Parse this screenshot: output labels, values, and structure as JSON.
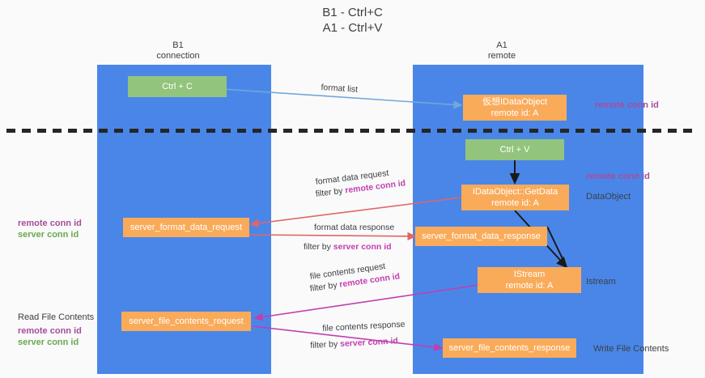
{
  "diagram": {
    "title": "B1 - Ctrl+C\nA1 - Ctrl+V",
    "colors": {
      "lane": "#4a86e8",
      "green_node": "#93c47d",
      "orange_node": "#f9ab5a",
      "purple_text": "#a64d9e",
      "green_text": "#6aa84f",
      "red_arrow": "#e06666",
      "magenta_arrow": "#c13fb0",
      "blue_arrow": "#6fa8dc",
      "black_arrow": "#000000",
      "separator": "#262626"
    },
    "lanes": [
      {
        "name": "lane-b1",
        "header": "B1\nconnection"
      },
      {
        "name": "lane-a1",
        "header": "A1\nremote"
      }
    ],
    "nodes": [
      {
        "id": "ctrl-c",
        "line1": "Ctrl + C",
        "line2": "",
        "style": "green"
      },
      {
        "id": "virtual-idataobject",
        "line1": "仮想IDataObject",
        "line2": "remote id: A",
        "style": "orange"
      },
      {
        "id": "ctrl-v",
        "line1": "Ctrl + V",
        "line2": "",
        "style": "green"
      },
      {
        "id": "getdata",
        "line1": "IDataObject::GetData",
        "line2": "remote id: A",
        "style": "orange"
      },
      {
        "id": "server-format-data-request",
        "line1": "server_format_data_request",
        "line2": "",
        "style": "orange"
      },
      {
        "id": "server-format-data-response",
        "line1": "server_format_data_response",
        "line2": "",
        "style": "orange"
      },
      {
        "id": "istream",
        "line1": "IStream",
        "line2": "remote id: A",
        "style": "orange"
      },
      {
        "id": "server-file-contents-request",
        "line1": "server_file_contents_request",
        "line2": "",
        "style": "orange"
      },
      {
        "id": "server-file-contents-response",
        "line1": "server_file_contents_response",
        "line2": "",
        "style": "orange"
      }
    ],
    "edge_labels": [
      {
        "id": "format-list",
        "text": "format list",
        "highlight": ""
      },
      {
        "id": "format-data-request",
        "text": "format data request",
        "highlight": ""
      },
      {
        "id": "format-data-request-filter",
        "prefix": "filter by ",
        "highlight": "remote conn id"
      },
      {
        "id": "format-data-response",
        "text": "format data response",
        "highlight": ""
      },
      {
        "id": "format-data-response-filter",
        "prefix": "filter by ",
        "highlight": "server conn id"
      },
      {
        "id": "file-contents-request",
        "text": "file contents request",
        "highlight": ""
      },
      {
        "id": "file-contents-request-filter",
        "prefix": "filter by ",
        "highlight": "remote conn id"
      },
      {
        "id": "file-contents-response",
        "text": "file contents response",
        "highlight": ""
      },
      {
        "id": "file-contents-response-filter",
        "prefix": "filter by ",
        "highlight": "server conn id"
      }
    ],
    "left_labels": [
      {
        "id": "left-conn-ids-top",
        "plain": "",
        "purple": "remote conn id",
        "green": "server conn id"
      },
      {
        "id": "left-read-file",
        "plain": "Read File Contents",
        "purple": "",
        "green": ""
      },
      {
        "id": "left-conn-ids-bottom",
        "plain": "",
        "purple": "remote conn id",
        "green": "server conn id"
      }
    ],
    "right_labels": [
      {
        "id": "right-remote-conn-id-top",
        "text": "remote conn id",
        "style": "purple"
      },
      {
        "id": "right-remote-conn-id-mid",
        "text": "remote conn id",
        "style": "purple"
      },
      {
        "id": "right-dataobject",
        "text": "DataObject",
        "style": "plain"
      },
      {
        "id": "right-istream",
        "text": "Istream",
        "style": "plain"
      },
      {
        "id": "right-write-file-contents",
        "text": "Write File Contents",
        "style": "plain"
      }
    ]
  }
}
